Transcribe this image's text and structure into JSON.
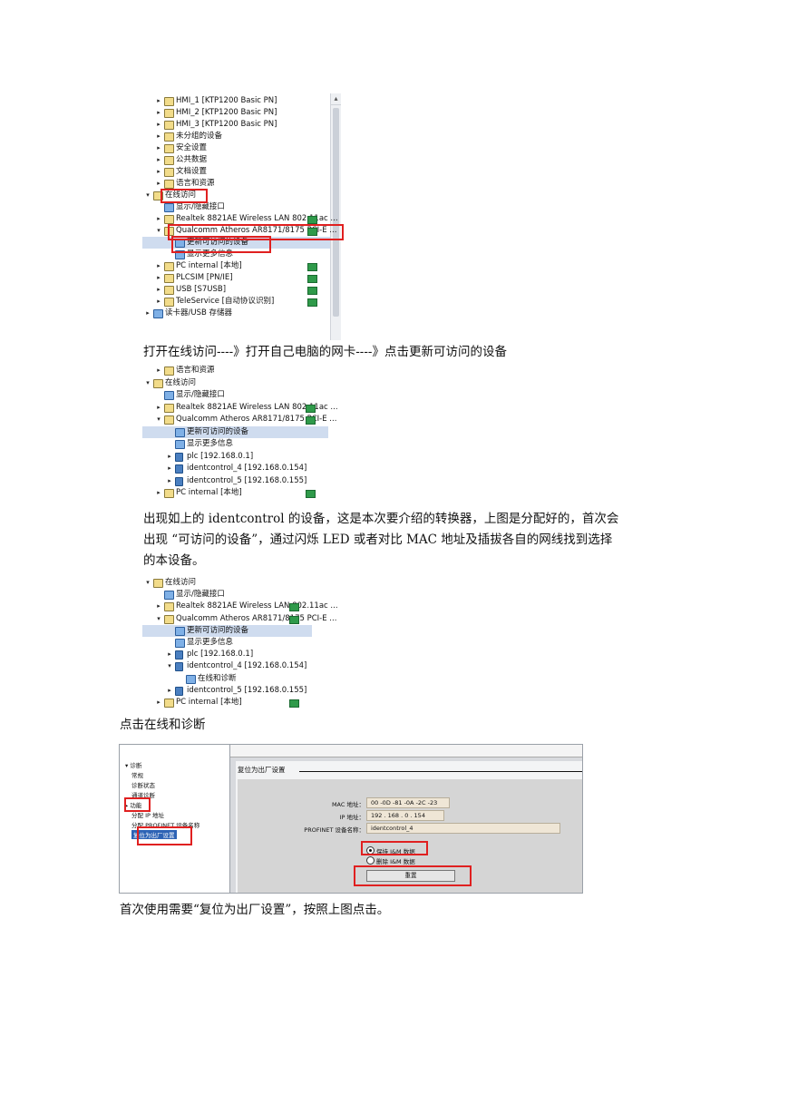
{
  "shot1": {
    "rows": [
      {
        "label": "HMI_1 [KTP1200 Basic PN]",
        "arrow": "▸",
        "icon": "folder"
      },
      {
        "label": "HMI_2 [KTP1200 Basic PN]",
        "arrow": "▸",
        "icon": "folder"
      },
      {
        "label": "HMI_3 [KTP1200 Basic PN]",
        "arrow": "▸",
        "icon": "folder"
      },
      {
        "label": "未分组的设备",
        "arrow": "▸",
        "icon": "folder"
      },
      {
        "label": "安全设置",
        "arrow": "▸",
        "icon": "folder"
      },
      {
        "label": "公共数据",
        "arrow": "▸",
        "icon": "folder"
      },
      {
        "label": "文档设置",
        "arrow": "▸",
        "icon": "folder"
      },
      {
        "label": "语言和资源",
        "arrow": "▸",
        "icon": "folder"
      },
      {
        "label": "在线访问",
        "arrow": "▾",
        "icon": "folder"
      },
      {
        "label": "显示/隐藏接口",
        "arrow": "",
        "icon": "tool"
      },
      {
        "label": "Realtek 8821AE Wireless LAN 802.11ac ...",
        "arrow": "▸",
        "icon": "folder"
      },
      {
        "label": "Qualcomm Atheros AR8171/8175 PCI-E ...",
        "arrow": "▾",
        "icon": "folder"
      },
      {
        "label": "更新可访问的设备",
        "arrow": "",
        "icon": "update"
      },
      {
        "label": "显示更多信息",
        "arrow": "",
        "icon": "info"
      },
      {
        "label": "PC internal [本地]",
        "arrow": "▸",
        "icon": "folder"
      },
      {
        "label": "PLCSIM [PN/IE]",
        "arrow": "▸",
        "icon": "folder"
      },
      {
        "label": "USB [S7USB]",
        "arrow": "▸",
        "icon": "folder"
      },
      {
        "label": "TeleService [自动协议识别]",
        "arrow": "▸",
        "icon": "folder"
      },
      {
        "label": "读卡器/USB 存储器",
        "arrow": "▸",
        "icon": "folder"
      }
    ]
  },
  "para1": "打开在线访问----》打开自己电脑的网卡----》点击更新可访问的设备",
  "shot2": {
    "rows": [
      {
        "label": "语言和资源",
        "arrow": "▸"
      },
      {
        "label": "在线访问",
        "arrow": "▾"
      },
      {
        "label": "显示/隐藏接口",
        "arrow": ""
      },
      {
        "label": "Realtek 8821AE Wireless LAN 802.11ac ...",
        "arrow": "▸"
      },
      {
        "label": "Qualcomm Atheros AR8171/8175 PCI-E ...",
        "arrow": "▾"
      },
      {
        "label": "更新可访问的设备",
        "arrow": ""
      },
      {
        "label": "显示更多信息",
        "arrow": ""
      },
      {
        "label": "plc [192.168.0.1]",
        "arrow": "▸"
      },
      {
        "label": "identcontrol_4 [192.168.0.154]",
        "arrow": "▸"
      },
      {
        "label": "identcontrol_5 [192.168.0.155]",
        "arrow": "▸"
      },
      {
        "label": "PC internal [本地]",
        "arrow": "▸"
      }
    ]
  },
  "para2": "出现如上的 identcontrol 的设备，这是本次要介绍的转换器，上图是分配好的，首次会出现 “可访问的设备”，通过闪烁 LED 或者对比 MAC 地址及插拔各自的网线找到选择的本设备。",
  "para2_lines": [
    "出现如上的 identcontrol 的设备，这是本次要介绍的转换器，上图是分配好的，首次会",
    "出现 “可访问的设备”，通过闪烁 LED 或者对比 MAC 地址及插拔各自的网线找到选择",
    "的本设备。"
  ],
  "shot3": {
    "rows": [
      {
        "label": "在线访问",
        "arrow": "▾"
      },
      {
        "label": "显示/隐藏接口",
        "arrow": ""
      },
      {
        "label": "Realtek 8821AE Wireless LAN 802.11ac ...",
        "arrow": "▸"
      },
      {
        "label": "Qualcomm Atheros AR8171/8175 PCI-E ...",
        "arrow": "▾"
      },
      {
        "label": "更新可访问的设备",
        "arrow": ""
      },
      {
        "label": "显示更多信息",
        "arrow": ""
      },
      {
        "label": "plc [192.168.0.1]",
        "arrow": "▸"
      },
      {
        "label": "identcontrol_4 [192.168.0.154]",
        "arrow": "▾"
      },
      {
        "label": "在线和诊断",
        "arrow": ""
      },
      {
        "label": "identcontrol_5 [192.168.0.155]",
        "arrow": "▸"
      },
      {
        "label": "PC internal [本地]",
        "arrow": "▸"
      }
    ]
  },
  "para3": "点击在线和诊断",
  "diag": {
    "nav": [
      "▾ 诊断",
      "常规",
      "诊断状态",
      "通道诊断",
      "▸ 功能",
      "分配 IP 地址",
      "分配 PROFINET 设备名称",
      "复位为出厂设置"
    ],
    "title": "复位为出厂设置",
    "mac_label": "MAC 地址：",
    "mac_value": "00 -0D -81 -0A -2C -23",
    "ip_label": "IP 地址：",
    "ip_value": "192 . 168 . 0 . 154",
    "name_label": "PROFINET 设备名称：",
    "name_value": "identcontrol_4",
    "radio_keep": "保持 I&M 数据",
    "radio_delete": "删除 I&M 数据",
    "reset_button": "重置"
  },
  "para4": "首次使用需要“复位为出厂设置”，按照上图点击。"
}
